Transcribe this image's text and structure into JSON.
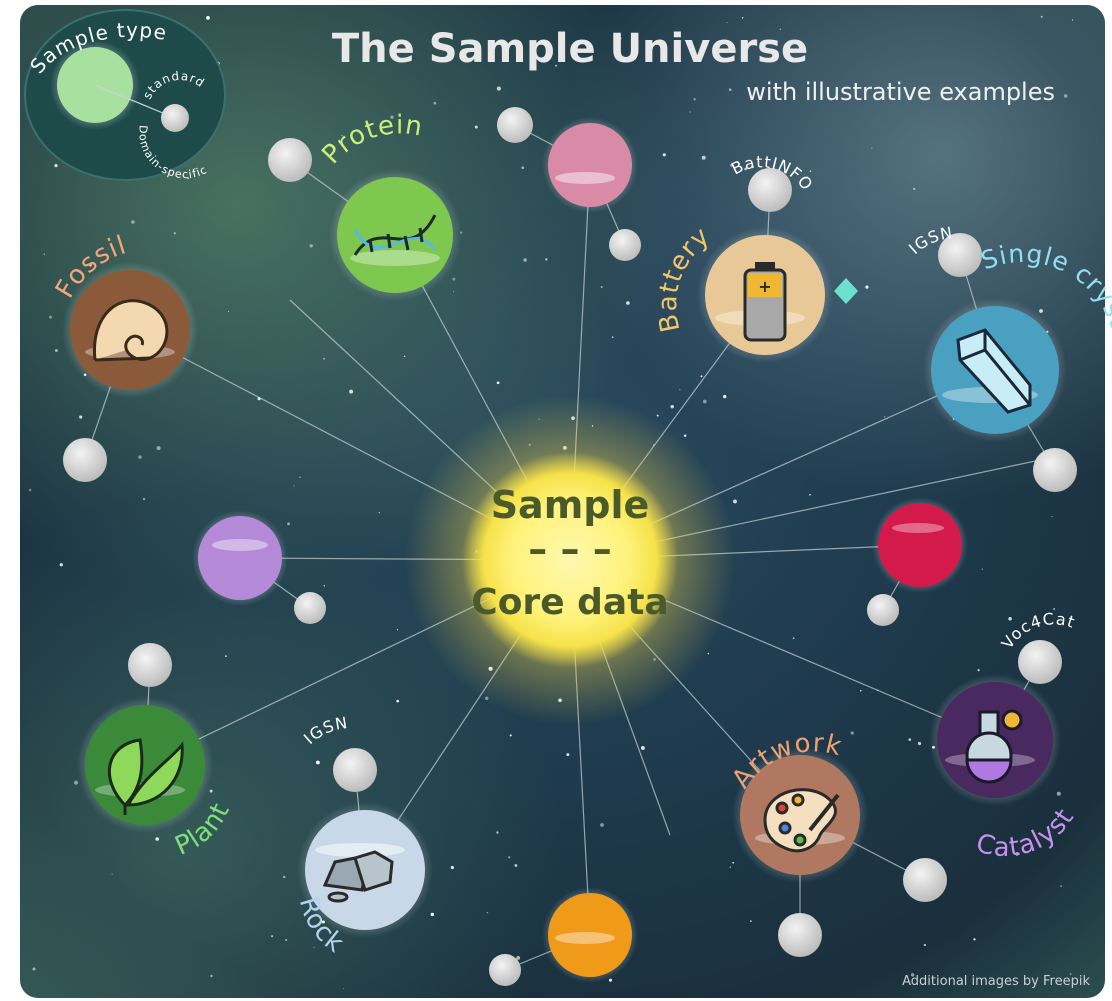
{
  "title": "The Sample Universe",
  "subtitle": "with illustrative examples",
  "legend": {
    "type_label": "Sample type",
    "standard_label": "standard",
    "domain_label": "Domain-specific"
  },
  "core": {
    "line1": "Sample",
    "separator": "– – –",
    "line2": "Core data"
  },
  "sample_types": [
    {
      "id": "protein",
      "label": "Protein",
      "color": "#7ec850",
      "label_color": "#c8f07a",
      "icon": "dna-icon",
      "standard": ""
    },
    {
      "id": "battery",
      "label": "Battery",
      "color": "#e8c896",
      "label_color": "#f2c46e",
      "icon": "battery-icon",
      "standard": "BattINFO"
    },
    {
      "id": "single-crystal",
      "label": "Single crystal",
      "color": "#4aa0c0",
      "label_color": "#8fe0f0",
      "icon": "crystal-icon",
      "standard": "IGSN"
    },
    {
      "id": "fossil",
      "label": "Fossil",
      "color": "#8a5a3a",
      "label_color": "#f4a67a",
      "icon": "ammonite-icon",
      "standard": ""
    },
    {
      "id": "catalyst",
      "label": "Catalyst",
      "color": "#4a2860",
      "label_color": "#c890f0",
      "icon": "flask-icon",
      "standard": "Voc4Cat"
    },
    {
      "id": "artwork",
      "label": "Artwork",
      "color": "#b07860",
      "label_color": "#f0a070",
      "icon": "palette-icon",
      "standard": ""
    },
    {
      "id": "rock",
      "label": "Rock",
      "color": "#c8d8e8",
      "label_color": "#b0d4f0",
      "icon": "rock-icon",
      "standard": "IGSN"
    },
    {
      "id": "plant",
      "label": "Plant",
      "color": "#3a8a3a",
      "label_color": "#7ee07a",
      "icon": "leaf-icon",
      "standard": ""
    }
  ],
  "credit": "Additional images by Freepik"
}
